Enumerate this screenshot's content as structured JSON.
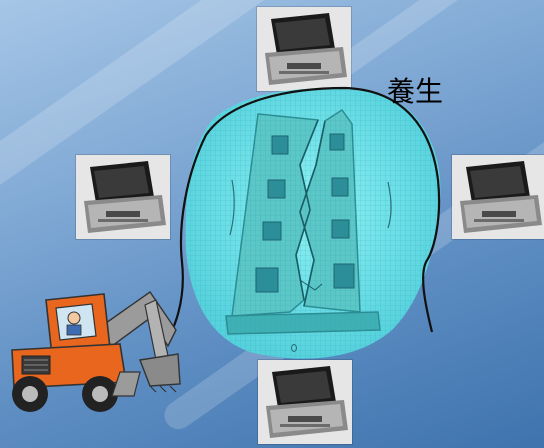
{
  "caption": "養生",
  "colors": {
    "background_top": "#a6c6e6",
    "background_bottom": "#3f73ad",
    "sphere_fill": "#6fe0e8",
    "building_fill": "#5cc7c7",
    "excavator_body": "#e8661e"
  },
  "objects": [
    "protective-case-thumbnail",
    "cracked-building",
    "protective-bubble",
    "excavator"
  ]
}
